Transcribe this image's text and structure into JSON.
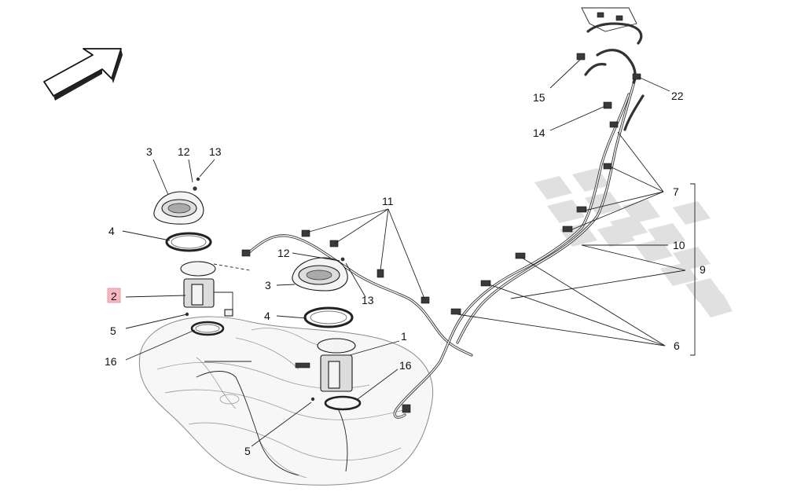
{
  "diagram": {
    "highlight_color": "#f7b9c1",
    "callouts": {
      "c1": "1",
      "c2": "2",
      "c3a": "3",
      "c3b": "3",
      "c4a": "4",
      "c4b": "4",
      "c5a": "5",
      "c5b": "5",
      "c6": "6",
      "c7": "7",
      "c9": "9",
      "c10": "10",
      "c11": "11",
      "c12a": "12",
      "c12b": "12",
      "c13a": "13",
      "c13b": "13",
      "c14": "14",
      "c15": "15",
      "c16a": "16",
      "c16b": "16",
      "c22": "22"
    },
    "highlighted_callout": "2",
    "icons": [
      "direction-arrow-icon",
      "watermark-checker-icon"
    ]
  }
}
